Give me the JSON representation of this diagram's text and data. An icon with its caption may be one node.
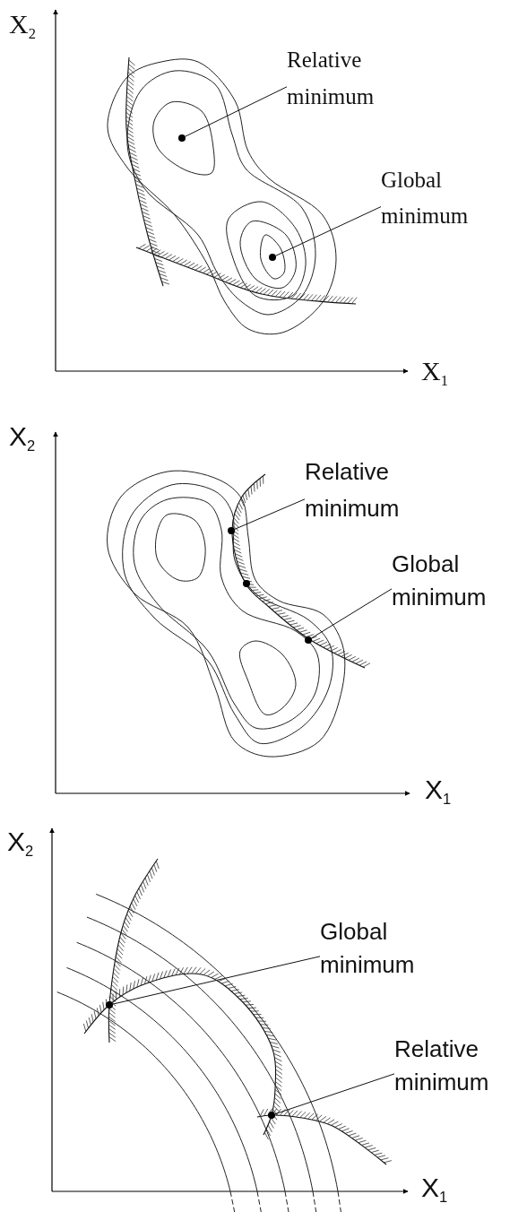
{
  "diagram": {
    "nodes": [
      {
        "text": [
          "Relative minimum"
        ]
      },
      {
        "text": [],
        "shape": "circle"
      },
      {
        "text": [
          "Global minimum"
        ]
      },
      {
        "text": [],
        "shape": "circle"
      },
      {
        "text": [
          "Relative minimum"
        ]
      },
      {
        "text": [],
        "shape": "circle"
      },
      {
        "text": [
          "Global minimum"
        ]
      },
      {
        "text": [],
        "shape": "circle"
      },
      {
        "text": [
          "Global minimum"
        ]
      },
      {
        "text": [],
        "shape": "circle"
      },
      {
        "text": [
          "Relative minimum"
        ]
      },
      {
        "text": [],
        "shape": "circle"
      }
    ],
    "edges": [
      {
        "from": 0,
        "to": 1,
        "arrow": "none"
      },
      {
        "from": 2,
        "to": 3,
        "arrow": "none"
      },
      {
        "from": 4,
        "to": 5,
        "arrow": "none"
      },
      {
        "from": 6,
        "to": 7,
        "arrow": "none"
      },
      {
        "from": 8,
        "to": 9,
        "arrow": "none"
      },
      {
        "from": 10,
        "to": 11,
        "arrow": "none"
      }
    ],
    "labels": [
      "X$_{2}$",
      "X$_{1}$",
      "X$_{2}$",
      "X$_{1}$",
      "X$_{2}$",
      "X$_{1}$"
    ]
  }
}
